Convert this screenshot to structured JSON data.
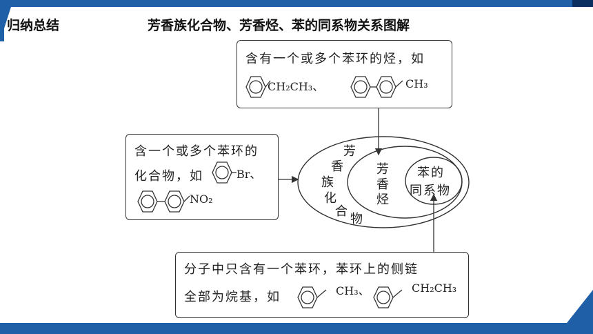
{
  "header": {
    "section_label": "归纳总结",
    "title": "芳香族化合物、芳香烃、苯的同系物关系图解"
  },
  "box_top": {
    "line1": "含有一个或多个苯环的烃，如",
    "chem1": "CH₂CH₃、",
    "chem2": "CH₃"
  },
  "box_left": {
    "line1": "含一个或多个苯环的",
    "line2_prefix": "化合物，如",
    "chem1": "Br、",
    "chem2": "NO₂"
  },
  "box_bottom": {
    "line1": "分子中只含有一个苯环，苯环上的侧链",
    "line2_prefix": "全部为烷基，如",
    "chem1": "CH₃、",
    "chem2": "CH₂CH₃"
  },
  "ellipses": {
    "outer_chars": [
      "芳",
      "香",
      "族",
      "化",
      "合",
      "物"
    ],
    "middle_line1": "芳",
    "middle_line2": "香",
    "middle_line3": "烃",
    "inner_line1": "苯的",
    "inner_line2": "同系物"
  }
}
